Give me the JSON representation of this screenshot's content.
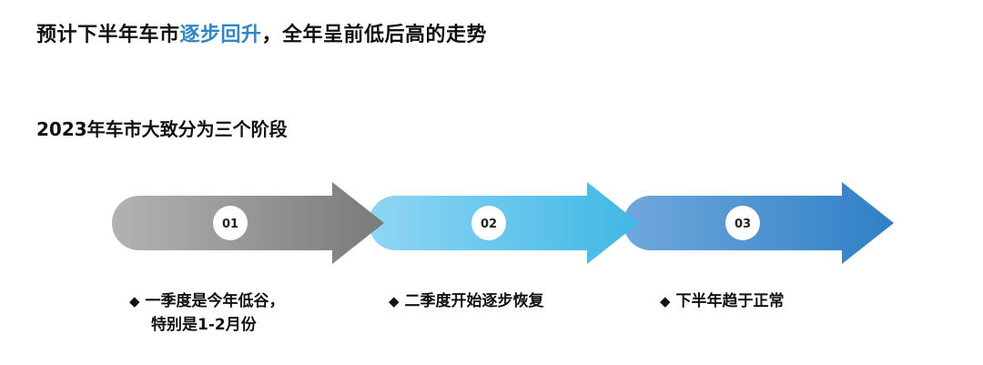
{
  "headline": {
    "part1": "预计下半年车市",
    "highlight": "逐步回升",
    "part2": "，全年呈前低后高的走势",
    "highlight_color": "#2f86c9"
  },
  "subtitle": "2023年车市大致分为三个阶段",
  "stages": [
    {
      "number": "01",
      "bullet": "◆",
      "text_line1": "一季度是今年低谷，",
      "text_line2": "特别是1-2月份",
      "color_start": "#b3b3b3",
      "color_end": "#7a7a7a"
    },
    {
      "number": "02",
      "bullet": "◆",
      "text_line1": "二季度开始逐步恢复",
      "text_line2": "",
      "color_start": "#8fd6f2",
      "color_end": "#3fb8e6"
    },
    {
      "number": "03",
      "bullet": "◆",
      "text_line1": "下半年趋于正常",
      "text_line2": "",
      "color_start": "#6fa8dc",
      "color_end": "#2f7fc6"
    }
  ]
}
